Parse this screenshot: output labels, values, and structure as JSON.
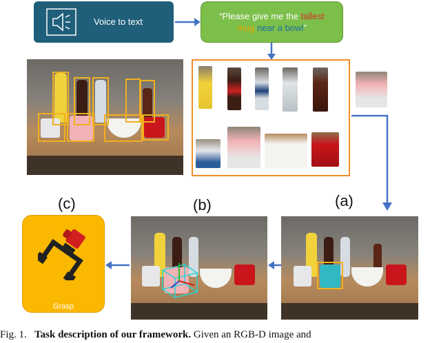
{
  "top": {
    "voice_label": "Voice to text",
    "quote_parts": [
      {
        "text": "“Please give me the ",
        "color": "#ffffff"
      },
      {
        "text": "tallest",
        "color": "#d9302b"
      },
      {
        "text": "mug",
        "color": "#f0a400"
      },
      {
        "text": " near a bowl",
        "color": "#1f6ea6"
      },
      {
        "text": "”",
        "color": "#ffffff"
      }
    ]
  },
  "labels": {
    "a": "(a)",
    "b": "(b)",
    "c": "(c)",
    "grasp": "Grasp"
  },
  "caption": {
    "prefix": "Fig. 1.",
    "bold": "Task description of our framework.",
    "rest": " Given an RGB-D image and"
  },
  "colors": {
    "arrow": "#4472c4",
    "highlight": "#f2b01e",
    "crop_frame": "#f28c28",
    "grasp_box": "#fbb800"
  }
}
